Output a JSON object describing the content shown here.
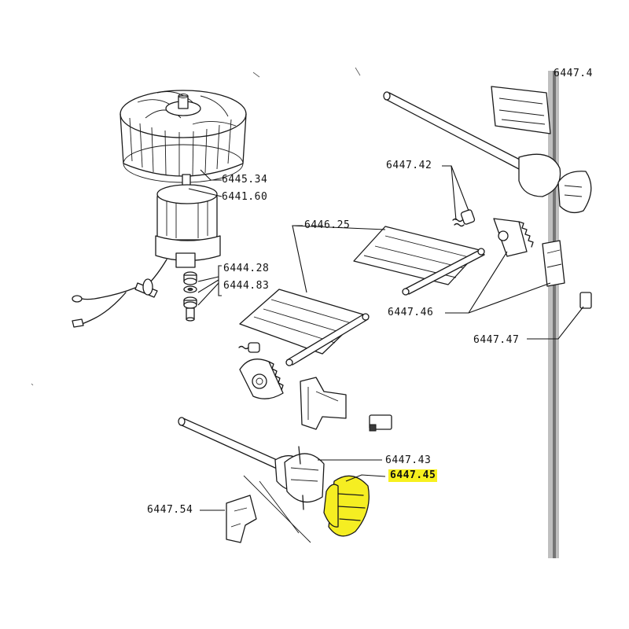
{
  "labels": {
    "l_644534": "6445.34",
    "l_644160": "6441.60",
    "l_644428": "6444.28",
    "l_644483": "6444.83",
    "l_644625": "6446.25",
    "l_644742": "6447.42",
    "l_644746": "6447.46",
    "l_644747": "6447.47",
    "l_644743": "6447.43",
    "l_644745": "6447.45",
    "l_644754": "6447.54",
    "l_top_right": "6447.4"
  },
  "highlight": {
    "part": "6447.45",
    "color": "#f5ee22"
  }
}
